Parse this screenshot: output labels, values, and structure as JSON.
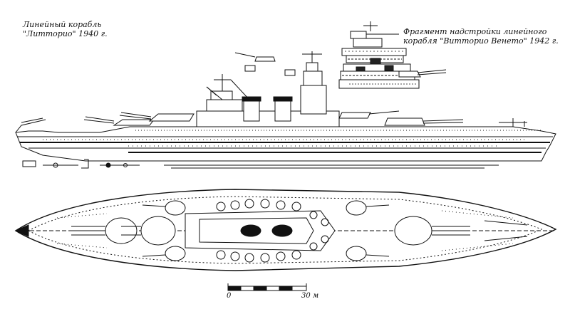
{
  "captions": {
    "left": {
      "line1": "Линейный корабль",
      "line2": "\"Литторио\" 1940 г."
    },
    "right": {
      "line1": "Фрагмент надстройки линейного",
      "line2": "корабля \"Витторио Венето\" 1942 г."
    }
  },
  "scale": {
    "zero_label": "0",
    "max_label": "30 м"
  },
  "colors": {
    "ink": "#111111",
    "paper": "#ffffff"
  }
}
